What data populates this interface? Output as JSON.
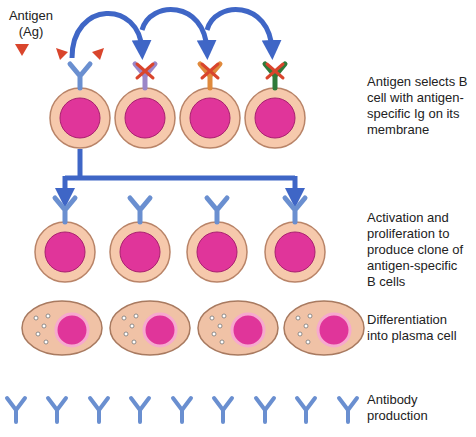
{
  "diagram": {
    "labels": [
      "Antigen (Ag)",
      "Antigen selects B cell with antigen-specific Ig on its membrane",
      "Activation and proliferation to produce clone of antigen-specific B cells",
      "Differentiation into plasma cell",
      "Antibody production"
    ]
  }
}
